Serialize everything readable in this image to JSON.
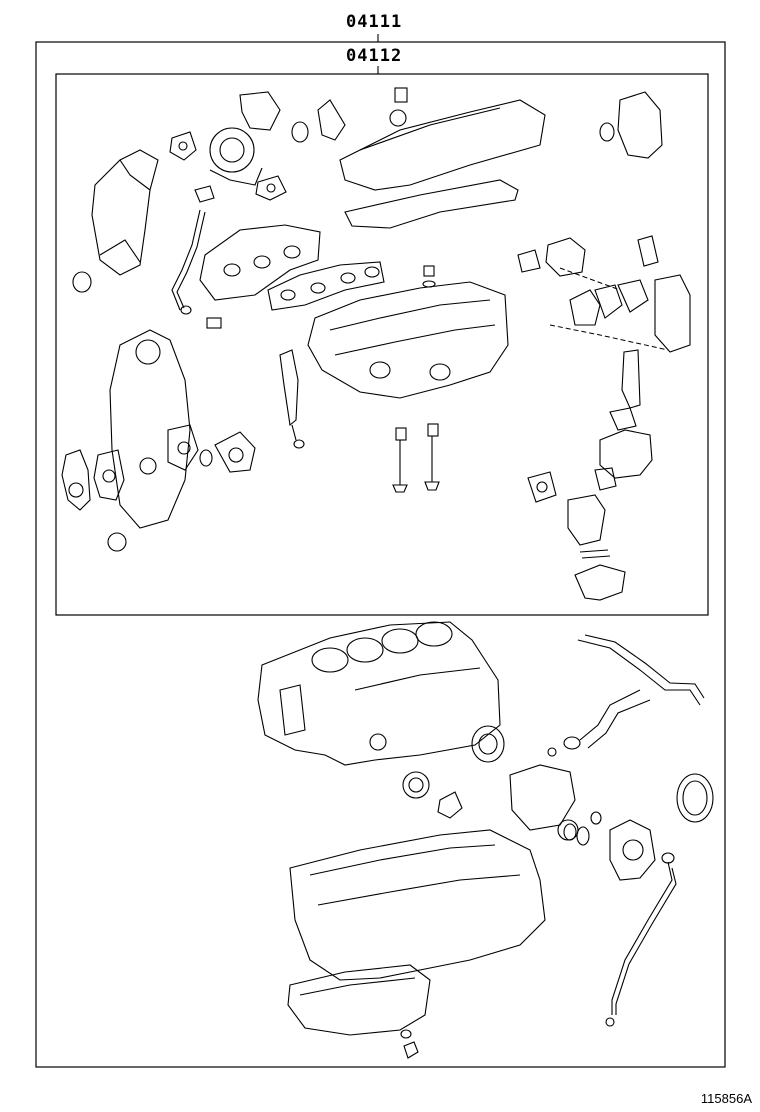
{
  "labels": {
    "outer_kit": "04111",
    "inner_kit": "04112"
  },
  "figure_id": "115856A",
  "colors": {
    "line": "#000000",
    "background": "#ffffff"
  }
}
